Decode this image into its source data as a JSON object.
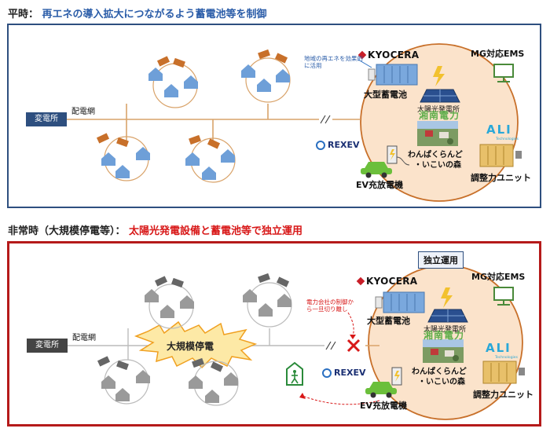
{
  "top_heading": {
    "lead": "平時：",
    "emphasis": "再エネの導入拡大につながるよう蓄電池等を制御"
  },
  "bottom_heading": {
    "lead": "非常時（大規模停電等）：",
    "emphasis": "太陽光発電設備と蓄電池等で独立運用"
  },
  "normal": {
    "substation": "変電所",
    "grid": "配電網",
    "kyocera": "KYOCERA",
    "battery_note": "地域の再エネを効果的に活用",
    "battery": "大型蓄電池",
    "ems": "MG対応EMS",
    "solar": "太陽光発電所",
    "shonan": "湘南電力",
    "wanpaku": "わんぱくらんど",
    "ikoi": "・いこいの森",
    "rexev": "REXEV",
    "ev": "EV充放電機",
    "ali": "ALI",
    "ali_sub": "Technologies",
    "adjust": "調整力ユニット"
  },
  "emergency": {
    "substation": "変電所",
    "grid": "配電網",
    "outage": "大規模停電",
    "independent": "独立運用",
    "kyocera": "KYOCERA",
    "cut_note": "電力会社の制御から一旦切り離し",
    "battery": "大型蓄電池",
    "ems": "MG対応EMS",
    "solar": "太陽光発電所",
    "shonan": "湘南電力",
    "wanpaku": "わんぱくらんど",
    "ikoi": "・いこいの森",
    "rexev": "REXEV",
    "ev": "EV充放電機",
    "ali": "ALI",
    "ali_sub": "Technologies",
    "adjust": "調整力ユニット"
  },
  "colors": {
    "normal_frame": "#2e4f7f",
    "emergency_frame": "#b51a1a",
    "microgrid_ring": "#c8702a",
    "microgrid_fill": "#fbe3cb",
    "house_normal": "#6e9fd8",
    "house_outage": "#9a9a9a",
    "emphasis_blue": "#2a5ca8",
    "emphasis_red": "#d81818"
  }
}
